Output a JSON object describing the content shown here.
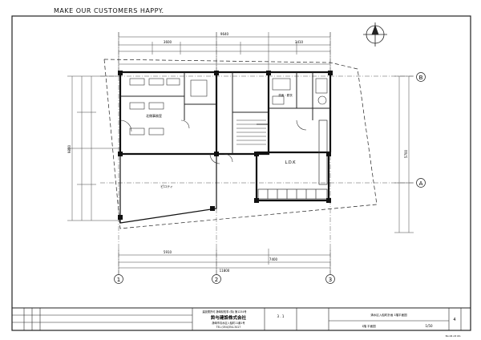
{
  "header": {
    "slogan": "MAKE OUR CUSTOMERS HAPPY."
  },
  "grid": {
    "horizontal": [
      "B",
      "A"
    ],
    "vertical": [
      "1",
      "2",
      "3"
    ]
  },
  "dims": {
    "top_total": "9640",
    "top_sub": [
      "3600",
      "3410"
    ],
    "bottom_a": "5910",
    "bottom_b": "7400",
    "bottom_c": "11800",
    "left_total": "9800",
    "right_total": "5700"
  },
  "rooms": {
    "office": "北側事務室",
    "piloti": "ピロティ",
    "ldk": "L.D.K",
    "washroom": "洗面・脱衣"
  },
  "title_block": {
    "company": "鈴与建設株式会社",
    "address": "静岡市清水区入船町11番1号",
    "tel": "TEL (054)354-3417",
    "registration": "建設業許可 静岡県知事 (特) 第1234号",
    "revision_label": "3 . 1",
    "project": "清水区入船町計画 1階平面図",
    "drawing_name": "1階 平面図",
    "scale": "1/50",
    "sheet_no": "4",
    "footer_code": "No.04 A3 ZA"
  }
}
